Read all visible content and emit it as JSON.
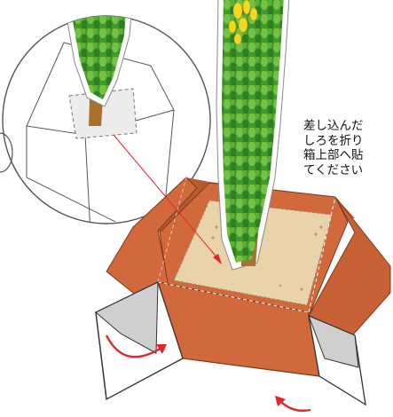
{
  "instruction": {
    "lines": [
      "差し込んだ",
      "しろを折り",
      "箱上部へ貼",
      "てください"
    ]
  },
  "colors": {
    "box_side": "#d2693c",
    "box_edge": "#7a3a1c",
    "box_top_inner": "#e9d3a8",
    "flap_gray": "#c9c9c9",
    "foliage": "#3f9a2c",
    "foliage_light": "#76c043",
    "trunk": "#a8722e",
    "arrow_red": "#e2262b",
    "blossom": "#f5d623"
  },
  "icons": [
    "magnifier-circle",
    "fold-arrow-left",
    "fold-arrow-right",
    "insert-arrow"
  ]
}
